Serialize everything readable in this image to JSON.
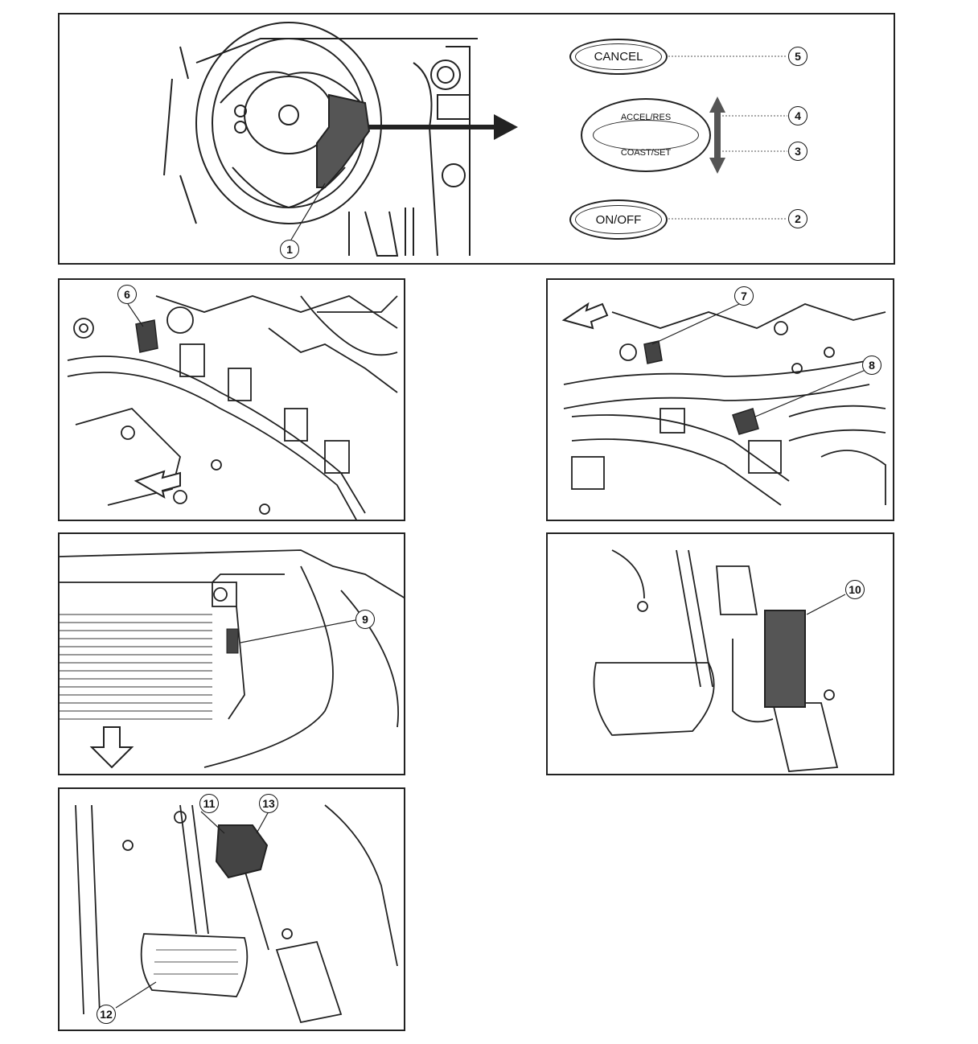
{
  "panels": {
    "steering": {
      "callouts": [
        "1",
        "2",
        "3",
        "4",
        "5"
      ],
      "switches": {
        "cancel": "CANCEL",
        "accel_res": "ACCEL/RES",
        "coast_set": "COAST/SET",
        "on_off": "ON/OFF"
      }
    },
    "engine_left": {
      "callouts": [
        "6"
      ]
    },
    "engine_right": {
      "callouts": [
        "7",
        "8"
      ]
    },
    "radiator": {
      "callouts": [
        "9"
      ]
    },
    "pedal_right": {
      "callouts": [
        "10"
      ]
    },
    "pedal_left": {
      "callouts": [
        "11",
        "12",
        "13"
      ]
    }
  },
  "colors": {
    "line": "#222222",
    "hatch": "#444444",
    "background": "#ffffff"
  }
}
